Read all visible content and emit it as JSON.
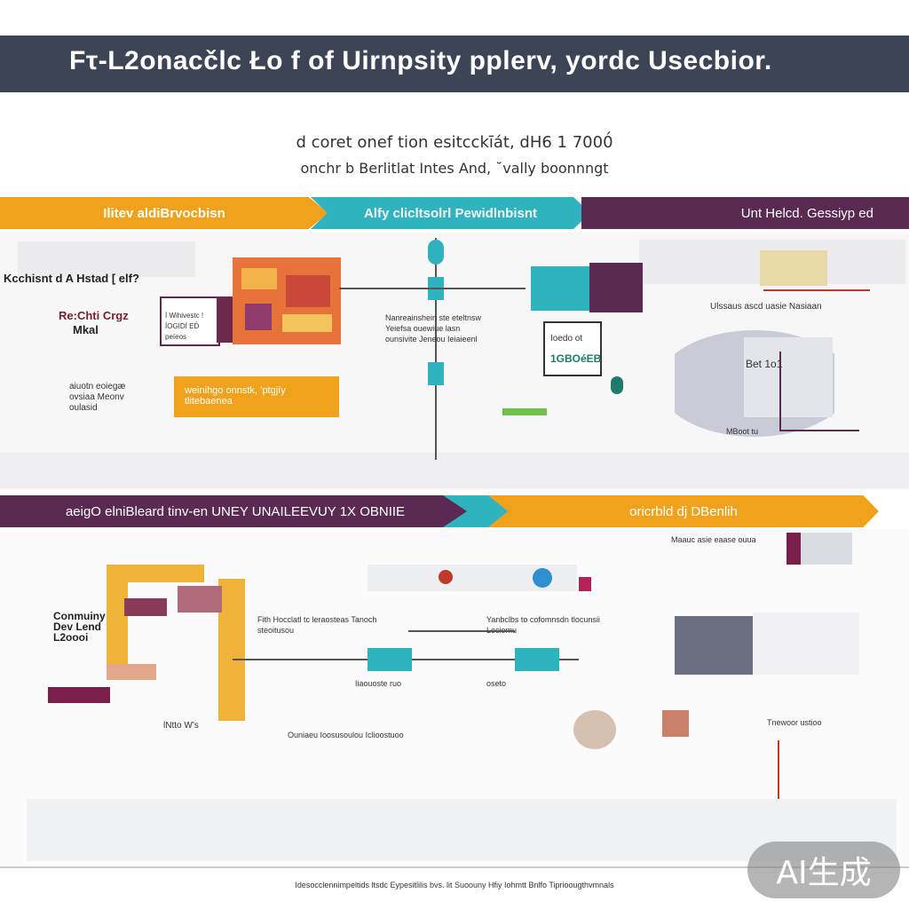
{
  "header": {
    "title": "Fτ-L2onacčlc Ło f of Uirnpsity pplerv, yordc Usecbior."
  },
  "subtitle": {
    "line1": "d coret onef tion esitcckīát, dH6 1 7000́",
    "line2": "onchr b Berlitlat Intes And, ˘vally boonnngt"
  },
  "band1": {
    "left": "Ilitev aldiBrvocbisn",
    "middle": "Alfy clicltsolrl Pewidlnbisnt",
    "right": "Unt Helcd. Gessiyp ed"
  },
  "band2": {
    "left": "aeigO elniBleard tinv-en UNEY UNAILEEVUY 1X OBNIIE",
    "right": "oricrbld dj DBenlih"
  },
  "section1": {
    "label_a": "Kcchisnt d A Hstad  [ elf?",
    "label_b": "Re:Chti Crgz",
    "label_b2": "Mkal",
    "card_text": "İ Wihivestc ! ÍOGIDÍ ED́ peíeos",
    "orange_box": "weinihgo onnstk, ’ptgjīy  tlitebaenea",
    "side_note": "aiuotn eoiegæ ovsiaa Meonv oulasid",
    "mid_text": "Nanreainshein ste eteltnsw Yeiefsa ouewiue lasn ounsivite Jeneou Ieiaieenl",
    "badge_1": "Ioedo ot",
    "badge_2": "1GBOéEB",
    "right_cap": "Ulssaus ascd uasie Nasiaan",
    "right_note": "Bet 1o1",
    "right_bottom": "MBoot tu"
  },
  "section2": {
    "left_label": "Conmuiny Dev Lend L2oooi",
    "mid_text_a": "Fith Hocclatl tc leraosteas Tanoch steoitusou",
    "mid_text_b": "Yanbclbs to cofomnsdn tlocunsii Leciomu",
    "note_1": "Iiaouoste ruo",
    "note_2": "oseto",
    "bottom_text": "Ouniaeu Ioosusoulou Iclioostuoo",
    "right_text": "Maauc asie eaase ouua",
    "right_text2": "Tnewoor ustioo",
    "caption": "lNtto W’s"
  },
  "footer": {
    "text": "Idesocclennimpeltids ltsdc Eypesitlilis bvs. lit Suoouny Hfiy Iohmtt Bnlfo Tiprioougthvmnals"
  },
  "watermark": {
    "text": "AI生成"
  },
  "colors": {
    "header_bg": "#3d4455",
    "orange": "#f0a21c",
    "teal": "#2fb3be",
    "plum": "#5b2a52",
    "red": "#c0392b"
  }
}
